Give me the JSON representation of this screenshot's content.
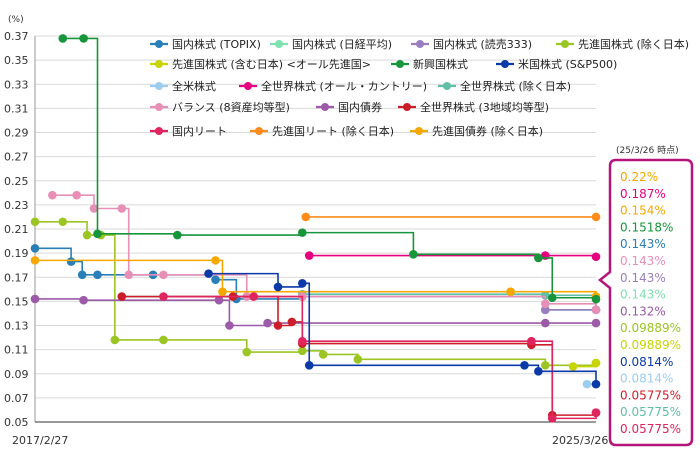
{
  "chart_data": {
    "type": "line",
    "unit_label": "(%)",
    "x_start_label": "2017/2/27",
    "x_end_label": "2025/3/26",
    "as_of_label": "(25/3/26 時点)",
    "ylim": [
      0.05,
      0.37
    ],
    "y_ticks": [
      "0.37",
      "0.35",
      "0.33",
      "0.31",
      "0.29",
      "0.27",
      "0.25",
      "0.23",
      "0.21",
      "0.19",
      "0.17",
      "0.15",
      "0.13",
      "0.11",
      "0.09",
      "0.07",
      "0.05"
    ],
    "grid": true,
    "legend_position": "top",
    "series": [
      {
        "name": "国内株式 (TOPIX)",
        "color": "#2a7fb8",
        "points": [
          [
            2017.15,
            0.194
          ],
          [
            2017.67,
            0.183
          ],
          [
            2017.83,
            0.172
          ],
          [
            2018.05,
            0.172
          ],
          [
            2018.85,
            0.172
          ],
          [
            2019.75,
            0.168
          ],
          [
            2020.05,
            0.152
          ],
          [
            2021.0,
            0.154
          ],
          [
            2024.5,
            0.143
          ],
          [
            2025.23,
            0.143
          ]
        ]
      },
      {
        "name": "国内株式 (日経平均)",
        "color": "#7fe0b0",
        "points": [
          [
            2018.4,
            0.154
          ],
          [
            2021.0,
            0.154
          ],
          [
            2024.5,
            0.143
          ],
          [
            2025.23,
            0.143
          ]
        ]
      },
      {
        "name": "国内株式 (読売333)",
        "color": "#9a7fc0",
        "points": [
          [
            2024.5,
            0.143
          ],
          [
            2025.23,
            0.143
          ]
        ]
      },
      {
        "name": "先進国株式 (除く日本)",
        "color": "#9bc523",
        "points": [
          [
            2017.15,
            0.216
          ],
          [
            2017.55,
            0.216
          ],
          [
            2017.9,
            0.205
          ],
          [
            2018.1,
            0.205
          ],
          [
            2018.3,
            0.118
          ],
          [
            2019.0,
            0.118
          ],
          [
            2020.2,
            0.108
          ],
          [
            2021.0,
            0.109
          ],
          [
            2021.3,
            0.106
          ],
          [
            2021.8,
            0.102
          ],
          [
            2024.5,
            0.097
          ],
          [
            2025.23,
            0.0989
          ]
        ]
      },
      {
        "name": "先進国株式 (含む日本) <オール先進国>",
        "color": "#c8d400",
        "points": [
          [
            2024.9,
            0.096
          ],
          [
            2025.23,
            0.0989
          ]
        ]
      },
      {
        "name": "全米株式",
        "color": "#9ccdf0",
        "points": [
          [
            2025.1,
            0.0814
          ],
          [
            2025.23,
            0.0814
          ]
        ]
      },
      {
        "name": "全世界株式 (オール・カントリー)",
        "color": "#e5007f",
        "points": [
          [
            2021.1,
            0.188
          ],
          [
            2024.5,
            0.188
          ],
          [
            2025.23,
            0.187
          ]
        ]
      },
      {
        "name": "全世界株式 (除く日本)",
        "color": "#5fbfa8",
        "points": [
          [
            2021.0,
            0.156
          ],
          [
            2024.5,
            0.155
          ],
          [
            2025.23,
            0.143
          ]
        ]
      },
      {
        "name": "バランス (8資産均等型)",
        "color": "#e88fb8",
        "points": [
          [
            2017.4,
            0.238
          ],
          [
            2017.75,
            0.238
          ],
          [
            2018.0,
            0.227
          ],
          [
            2018.4,
            0.227
          ],
          [
            2018.5,
            0.172
          ],
          [
            2019.0,
            0.172
          ],
          [
            2020.2,
            0.154
          ],
          [
            2021.0,
            0.154
          ],
          [
            2024.5,
            0.148
          ],
          [
            2025.23,
            0.143
          ]
        ]
      },
      {
        "name": "国内債券",
        "color": "#9c5aa8",
        "points": [
          [
            2017.15,
            0.152
          ],
          [
            2017.85,
            0.151
          ],
          [
            2019.8,
            0.151
          ],
          [
            2019.95,
            0.13
          ],
          [
            2020.5,
            0.132
          ],
          [
            2024.5,
            0.132
          ],
          [
            2025.23,
            0.132
          ]
        ]
      },
      {
        "name": "全世界株式 (3地域均等型)",
        "color": "#cc1d2a",
        "points": [
          [
            2018.4,
            0.154
          ],
          [
            2020.0,
            0.154
          ],
          [
            2020.65,
            0.13
          ],
          [
            2020.85,
            0.133
          ],
          [
            2021.0,
            0.115
          ],
          [
            2024.3,
            0.114
          ],
          [
            2024.6,
            0.0557
          ],
          [
            2025.23,
            0.05775
          ]
        ]
      },
      {
        "name": "国内リート",
        "color": "#e0245e",
        "points": [
          [
            2019.0,
            0.154
          ],
          [
            2020.3,
            0.154
          ],
          [
            2021.0,
            0.117
          ],
          [
            2024.3,
            0.117
          ],
          [
            2024.6,
            0.053
          ],
          [
            2025.23,
            0.05775
          ]
        ]
      },
      {
        "name": "先進国リート (除く日本)",
        "color": "#ff8c1a",
        "points": [
          [
            2021.05,
            0.22
          ],
          [
            2025.23,
            0.22
          ]
        ]
      },
      {
        "name": "先進国債券 (除く日本)",
        "color": "#f5a800",
        "points": [
          [
            2017.15,
            0.184
          ],
          [
            2019.75,
            0.184
          ],
          [
            2019.85,
            0.158
          ],
          [
            2024.0,
            0.158
          ],
          [
            2025.23,
            0.154
          ]
        ]
      },
      {
        "name": "新興国株式",
        "color": "#17953a",
        "points": [
          [
            2017.55,
            0.368
          ],
          [
            2017.85,
            0.368
          ],
          [
            2018.05,
            0.206
          ],
          [
            2019.2,
            0.205
          ],
          [
            2021.0,
            0.207
          ],
          [
            2022.6,
            0.189
          ],
          [
            2024.4,
            0.186
          ],
          [
            2024.6,
            0.153
          ],
          [
            2025.23,
            0.1518
          ]
        ]
      },
      {
        "name": "米国株式 (S&P500)",
        "color": "#0a3aa8",
        "points": [
          [
            2019.65,
            0.173
          ],
          [
            2020.65,
            0.162
          ],
          [
            2021.0,
            0.165
          ],
          [
            2021.1,
            0.097
          ],
          [
            2024.2,
            0.097
          ],
          [
            2024.4,
            0.092
          ],
          [
            2025.23,
            0.0814
          ]
        ]
      }
    ],
    "end_values": [
      {
        "text": "0.22%",
        "color": "#f5a800"
      },
      {
        "text": "0.187%",
        "color": "#e5007f"
      },
      {
        "text": "0.154%",
        "color": "#f5a800"
      },
      {
        "text": "0.1518%",
        "color": "#17953a"
      },
      {
        "text": "0.143%",
        "color": "#2a7fb8"
      },
      {
        "text": "0.143%",
        "color": "#e88fb8"
      },
      {
        "text": "0.143%",
        "color": "#9a7fc0"
      },
      {
        "text": "0.143%",
        "color": "#7fe0b0"
      },
      {
        "text": "0.132%",
        "color": "#9c5aa8"
      },
      {
        "text": "0.09889%",
        "color": "#9bc523"
      },
      {
        "text": "0.09889%",
        "color": "#c8d400"
      },
      {
        "text": "0.0814%",
        "color": "#0a3aa8"
      },
      {
        "text": "0.0814%",
        "color": "#9ccdf0"
      },
      {
        "text": "0.05775%",
        "color": "#cc1d2a"
      },
      {
        "text": "0.05775%",
        "color": "#5fbfa8"
      },
      {
        "text": "0.05775%",
        "color": "#e0245e"
      }
    ],
    "box_border_color": "#b5157a"
  }
}
